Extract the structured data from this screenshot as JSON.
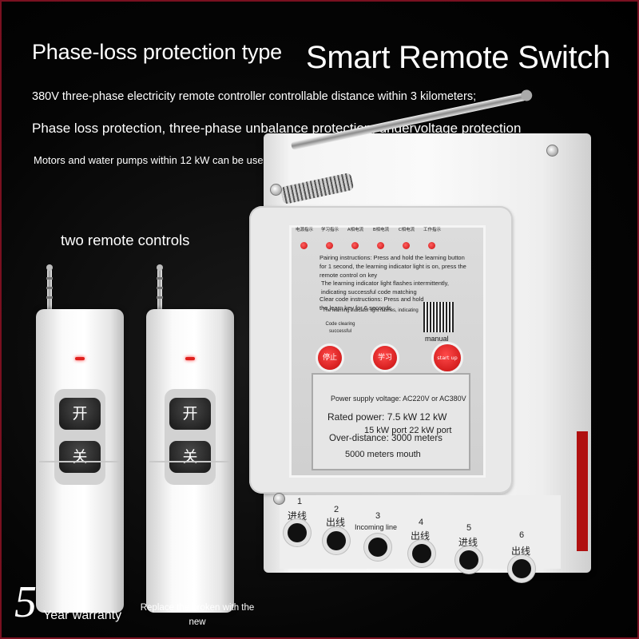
{
  "headline": {
    "type_label": "Phase-loss protection type",
    "product_name": "Smart Remote Switch",
    "line1": "380V three-phase electricity remote controller controllable distance within 3 kilometers;",
    "line2": "Phase loss protection, three-phase unbalance protection, undervoltage protection",
    "line3": "Motors and water pumps within 12 kW can be used directly"
  },
  "remotes": {
    "title": "two remote controls",
    "on_label": "开",
    "off_label": "关"
  },
  "warranty": {
    "number": "5",
    "text": "Year warranty",
    "replace": "Replace the broken with the new"
  },
  "device": {
    "indicators": [
      "电源指示",
      "学习指示",
      "A相电流",
      "B相电流",
      "C相电流",
      "工作指示"
    ],
    "instructions": {
      "pairing": "Pairing instructions: Press and hold the learning button for 1 second, the learning indicator light is on, press the remote control on key",
      "learning": "The learning indicator light flashes intermittently, indicating successful code matching",
      "clear": "Clear code instructions: Press and hold the learn key for 6 seconds",
      "cleared": "The learning indicator light flashes, indicating",
      "clear_success": "Code clearing successful"
    },
    "qr_label": "manual",
    "buttons": {
      "stop": "停止",
      "learn": "学习",
      "start": "start up"
    },
    "specs": {
      "voltage": "Power supply voltage: AC220V or AC380V",
      "power": "Rated power: 7.5 kW 12 kW",
      "ports": "15 kW port 22 kW port",
      "distance": "Over-distance: 3000 meters",
      "mouth": "5000 meters mouth"
    },
    "terminals": [
      {
        "num": "1",
        "label": "进线"
      },
      {
        "num": "2",
        "label": "出线"
      },
      {
        "num": "3",
        "label": ""
      },
      {
        "num": "4",
        "label": "出线"
      },
      {
        "num": "5",
        "label": "进线"
      },
      {
        "num": "6",
        "label": "出线"
      }
    ],
    "incoming_label": "Incoming line"
  }
}
